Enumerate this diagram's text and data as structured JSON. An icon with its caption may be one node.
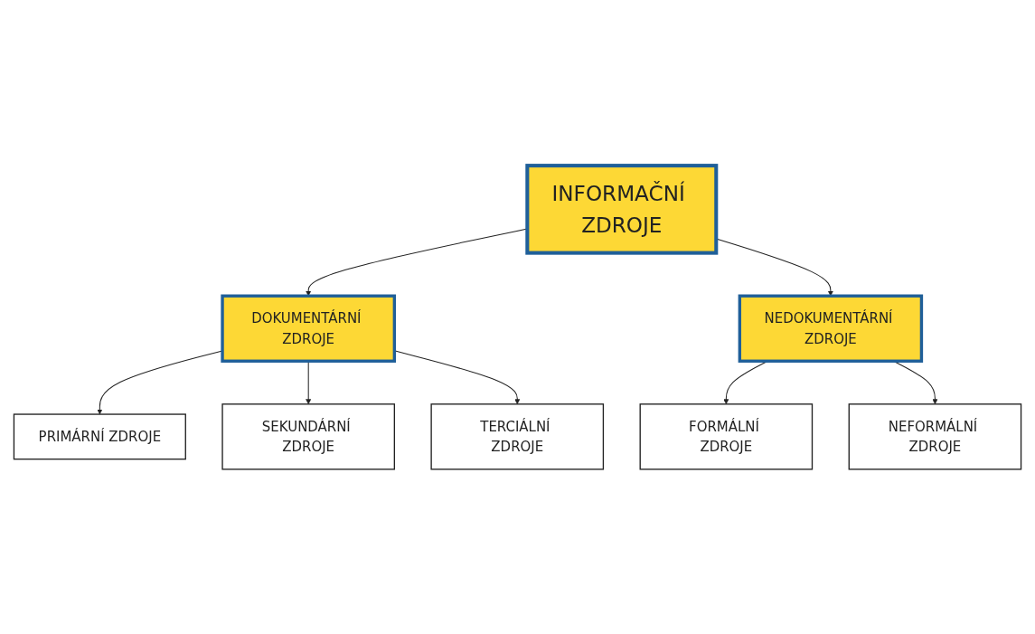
{
  "diagram": {
    "nodes": [
      {
        "text": [
          "INFORMAČNÍ ZDROJE"
        ]
      },
      {
        "text": [
          "DOKUMENTÁRNÍ ZDROJE"
        ]
      },
      {
        "text": [
          "NEDOKUMENTÁRNÍ ZDROJE"
        ]
      },
      {
        "text": [
          "PRIMÁRNÍ ZDROJE"
        ]
      },
      {
        "text": [
          "SEKUNDÁRNÍ ZDROJE"
        ]
      },
      {
        "text": [
          "FORMÁLNÍ ZDROJE"
        ]
      },
      {
        "text": [
          "NEFORMÁLNÍ ZDROJE"
        ]
      },
      {
        "text": [
          "TERCIÁLNÍ ZDROJE"
        ]
      }
    ],
    "edges": [
      {
        "from": 0,
        "to": 1,
        "arrow": "to"
      },
      {
        "from": 0,
        "to": 2,
        "arrow": "to"
      },
      {
        "from": 1,
        "to": 3,
        "arrow": "to"
      },
      {
        "from": 1,
        "to": 4,
        "arrow": "to"
      },
      {
        "from": 1,
        "to": 7,
        "arrow": "to"
      },
      {
        "from": 2,
        "to": 5,
        "arrow": "to"
      },
      {
        "from": 2,
        "to": 6,
        "arrow": "to"
      }
    ]
  }
}
